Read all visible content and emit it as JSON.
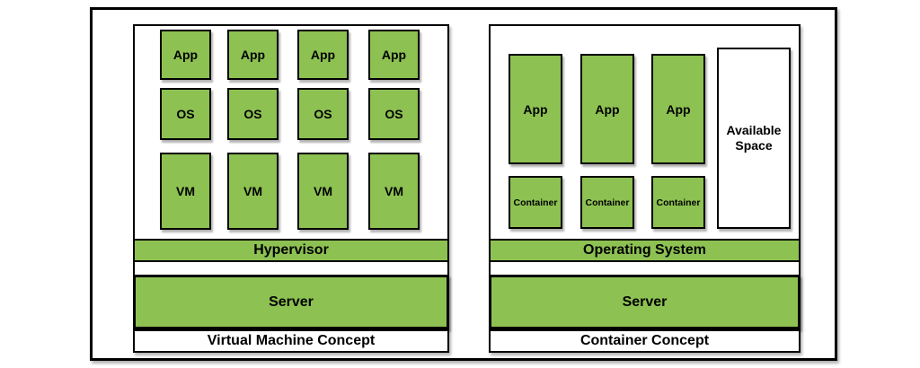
{
  "colors": {
    "box_fill_green": "#8DC152",
    "border_black": "#000000",
    "background_white": "#FFFFFF"
  },
  "vm_panel": {
    "caption": "Virtual Machine Concept",
    "hypervisor_bar": "Hypervisor",
    "server_bar": "Server",
    "apps": [
      "App",
      "App",
      "App",
      "App"
    ],
    "oses": [
      "OS",
      "OS",
      "OS",
      "OS"
    ],
    "vms": [
      "VM",
      "VM",
      "VM",
      "VM"
    ]
  },
  "container_panel": {
    "caption": "Container Concept",
    "os_bar": "Operating System",
    "server_bar": "Server",
    "apps": [
      "App",
      "App",
      "App"
    ],
    "containers": [
      "Container",
      "Container",
      "Container"
    ],
    "available_space": "Available Space"
  }
}
